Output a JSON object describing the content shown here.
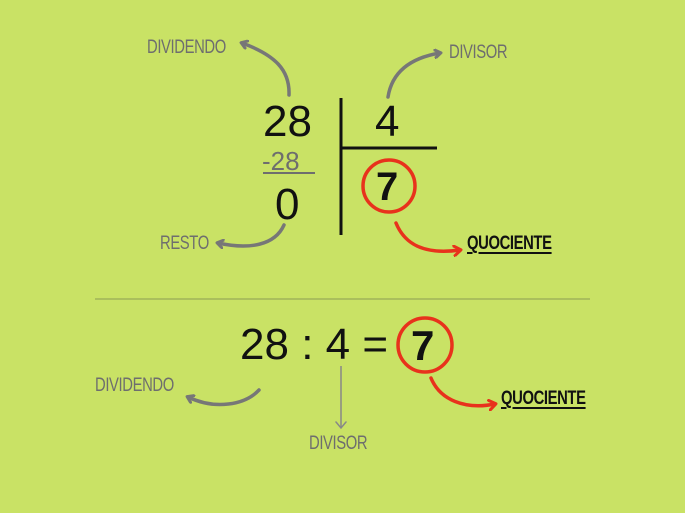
{
  "colors": {
    "background": "#c9e265",
    "label_gray": "#6e6e6e",
    "arrow_gray": "#777777",
    "highlight_red": "#e8321c",
    "text_black": "#111111"
  },
  "long_division": {
    "dividend": "28",
    "divisor": "4",
    "subtraction": "-28",
    "remainder": "0",
    "quotient": "7",
    "labels": {
      "dividend": "DIVIDENDO",
      "divisor": "DIVISOR",
      "remainder": "RESTO",
      "quotient": "QUOCIENTE"
    }
  },
  "equation": {
    "dividend": "28",
    "operator": ":",
    "divisor": "4",
    "equals": "=",
    "quotient": "7",
    "labels": {
      "dividend": "DIVIDENDO",
      "divisor": "DIVISOR",
      "quotient": "QUOCIENTE"
    }
  }
}
